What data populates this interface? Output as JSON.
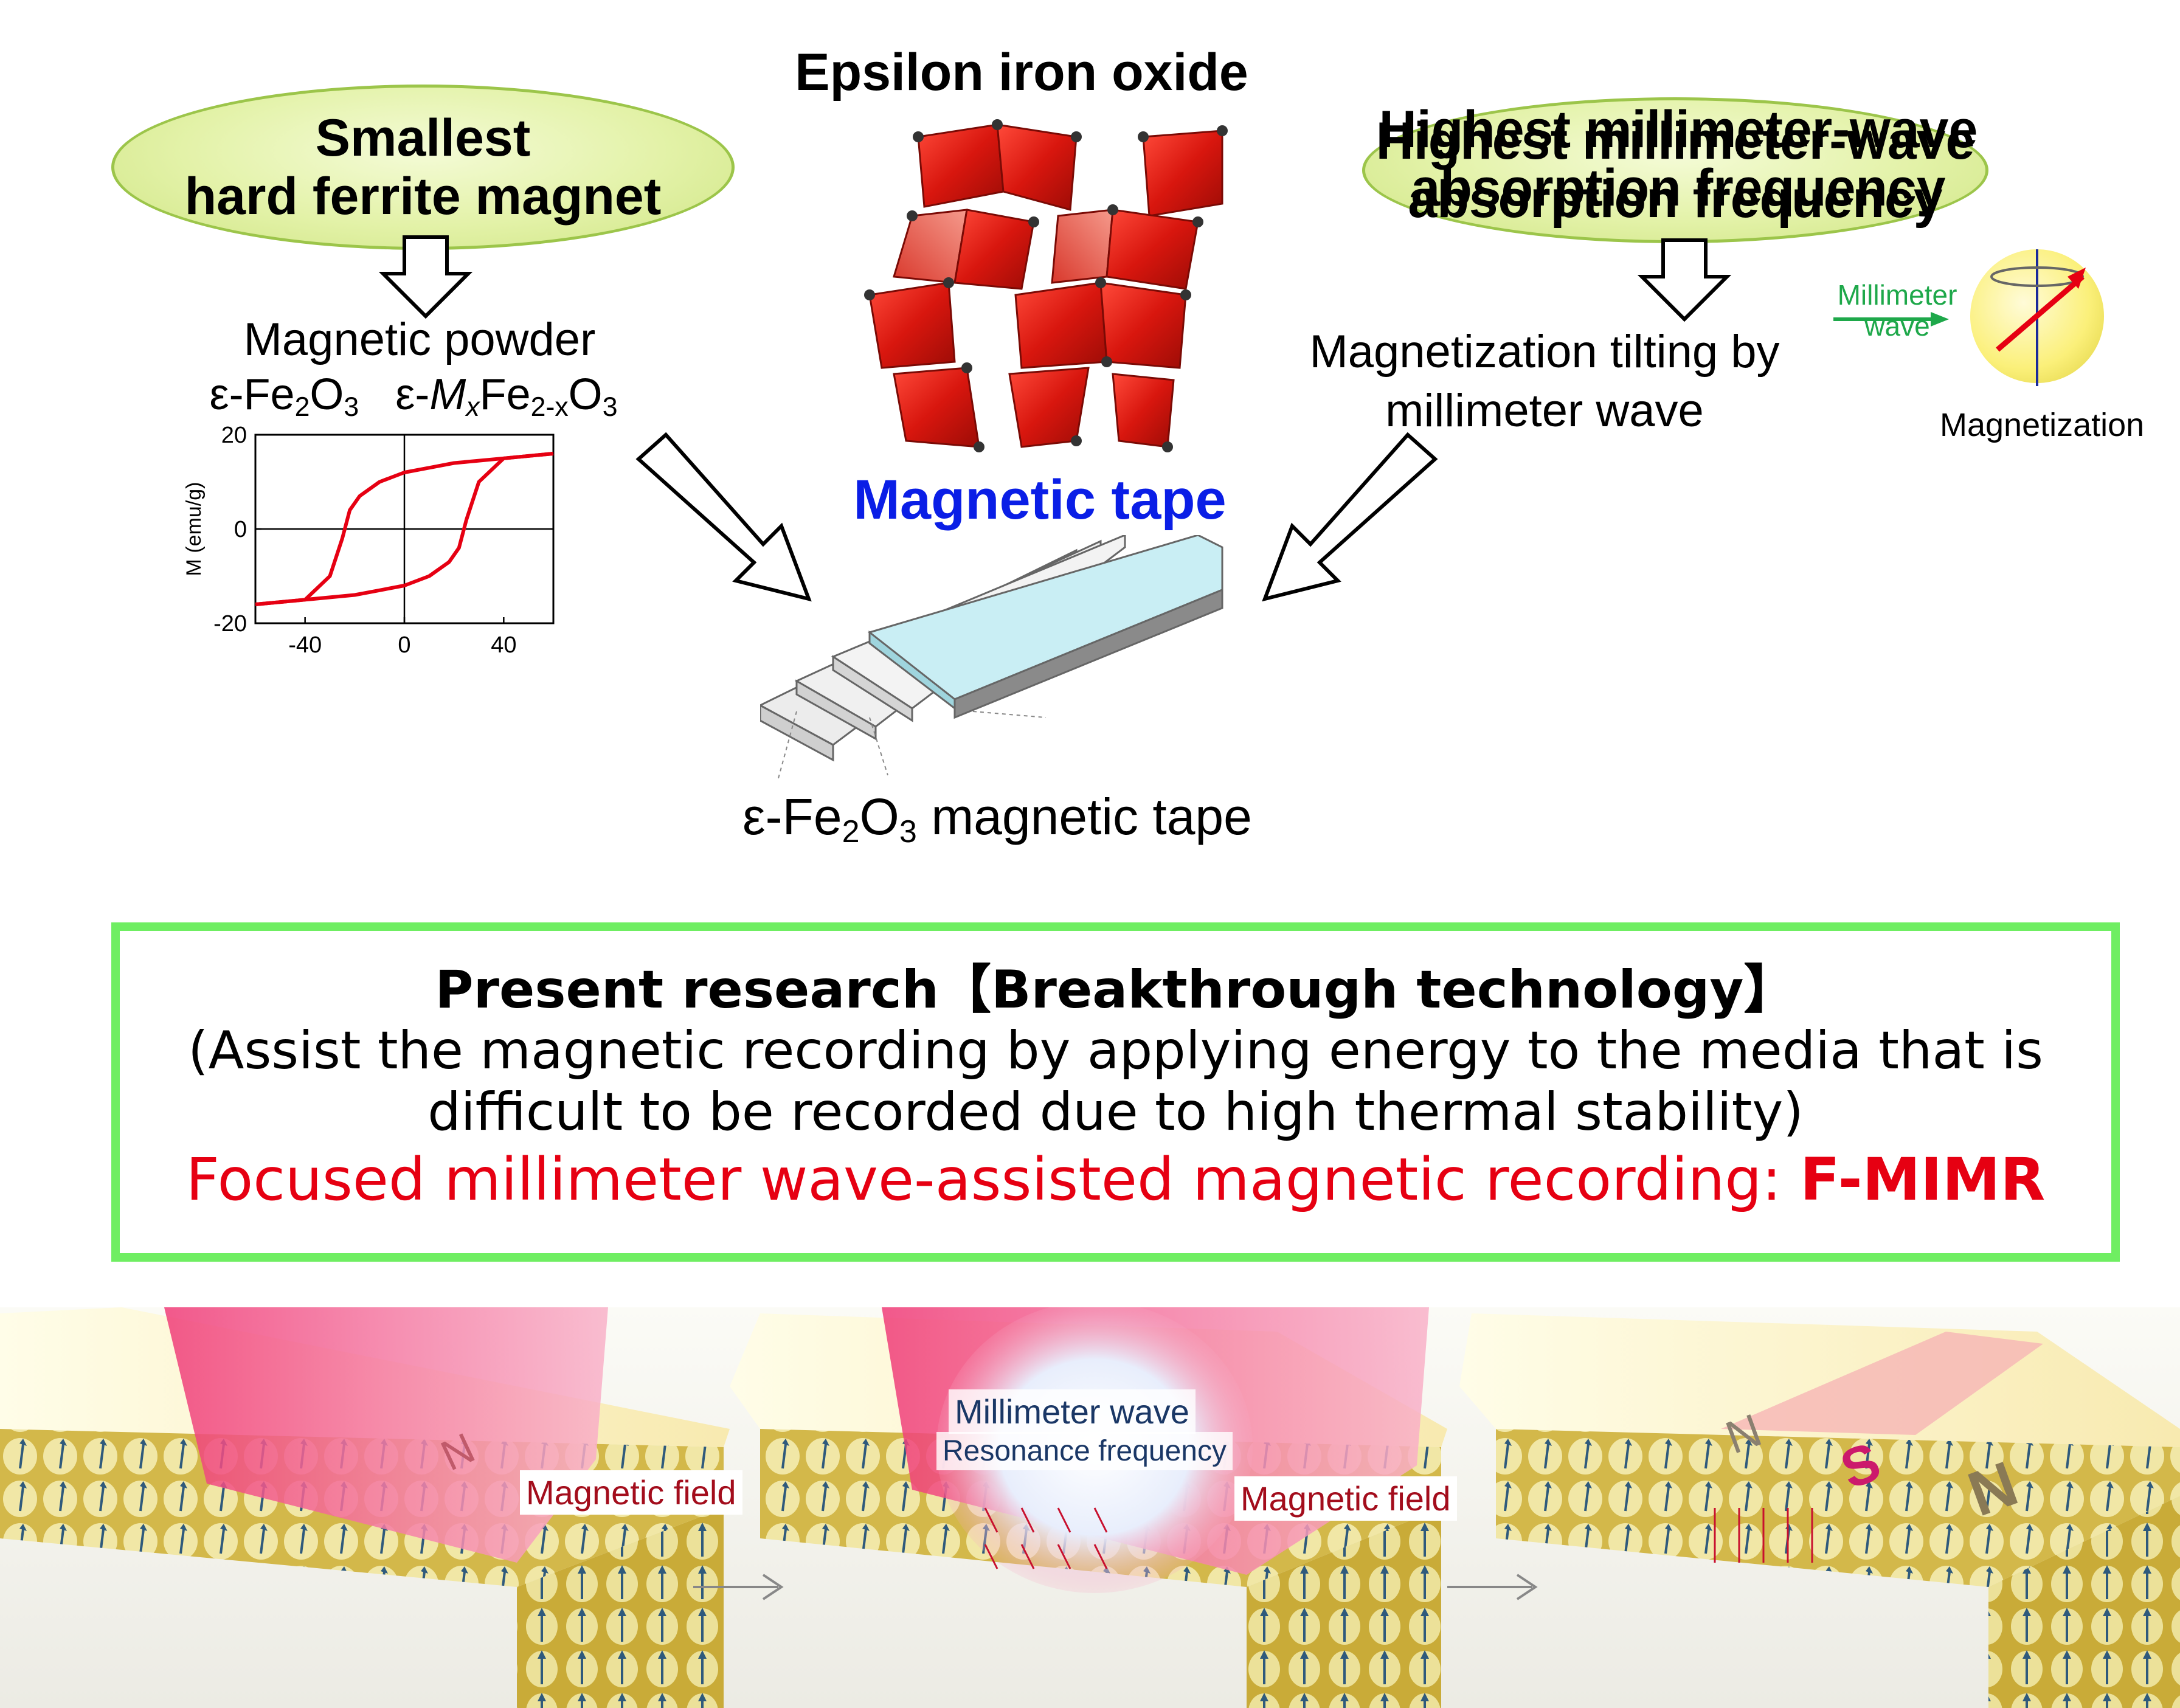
{
  "top_left": {
    "ellipse_line1": "Smallest",
    "ellipse_line2": "hard ferrite magnet",
    "powder_label": "Magnetic powder",
    "formula1_pre": "ε-Fe",
    "formula1_sub1": "2",
    "formula1_mid": "O",
    "formula1_sub2": "3",
    "formula2_pre": "ε-",
    "formula2_M": "M",
    "formula2_x": "x",
    "formula2_fe": "Fe",
    "formula2_sub": "2-x",
    "formula2_o": "O",
    "formula2_sub3": "3"
  },
  "center": {
    "title": "Epsilon iron oxide",
    "tape_title": "Magnetic tape",
    "tape_caption_pre": "ε-Fe",
    "tape_caption_sub1": "2",
    "tape_caption_mid": "O",
    "tape_caption_sub2": "3",
    "tape_caption_post": " magnetic tape"
  },
  "top_right": {
    "ellipse_line1": "Highest millimeter-wave",
    "ellipse_line2": "absorption frequency",
    "tilt_line1": "Magnetization tilting by",
    "tilt_line2": "millimeter wave",
    "mm_label1": "Millimeter",
    "mm_label2": "wave",
    "magnetization_label": "Magnetization"
  },
  "research": {
    "line1": "Present research【Breakthrough technology】",
    "line2a": "(Assist the magnetic recording by applying energy to the media that is",
    "line2b": "difficult to be recorded due to high thermal stability)",
    "line3": "Focused millimeter wave-assisted magnetic recording: ",
    "line3_bold": "F-MIMR"
  },
  "bottom": {
    "panel1_field": "Magnetic field",
    "panel2_mm": "Millimeter wave",
    "panel2_res": "Resonance frequency",
    "panel2_field": "Magnetic field",
    "panel3_n1": "N",
    "panel3_s": "S",
    "panel3_n2": "N"
  },
  "chart_data": {
    "type": "line",
    "title": "",
    "xlabel": "",
    "ylabel": "M (emu/g)",
    "xlim": [
      -60,
      60
    ],
    "ylim": [
      -20,
      20
    ],
    "xticks": [
      -40,
      0,
      40
    ],
    "yticks": [
      -20,
      0,
      20
    ],
    "series": [
      {
        "x": [
          -60,
          -40,
          -30,
          -25,
          -22,
          -18,
          -10,
          0,
          10,
          20,
          40,
          60
        ],
        "y": [
          -16,
          -15,
          -10,
          -2,
          4,
          7,
          10,
          12,
          13,
          14,
          15,
          16
        ]
      },
      {
        "x": [
          60,
          40,
          30,
          25,
          22,
          18,
          10,
          0,
          -10,
          -20,
          -40,
          -60
        ],
        "y": [
          16,
          15,
          10,
          2,
          -4,
          -7,
          -10,
          -12,
          -13,
          -14,
          -15,
          -16
        ]
      }
    ],
    "colors": {
      "curve": "#e60012",
      "axes": "#000000"
    }
  }
}
